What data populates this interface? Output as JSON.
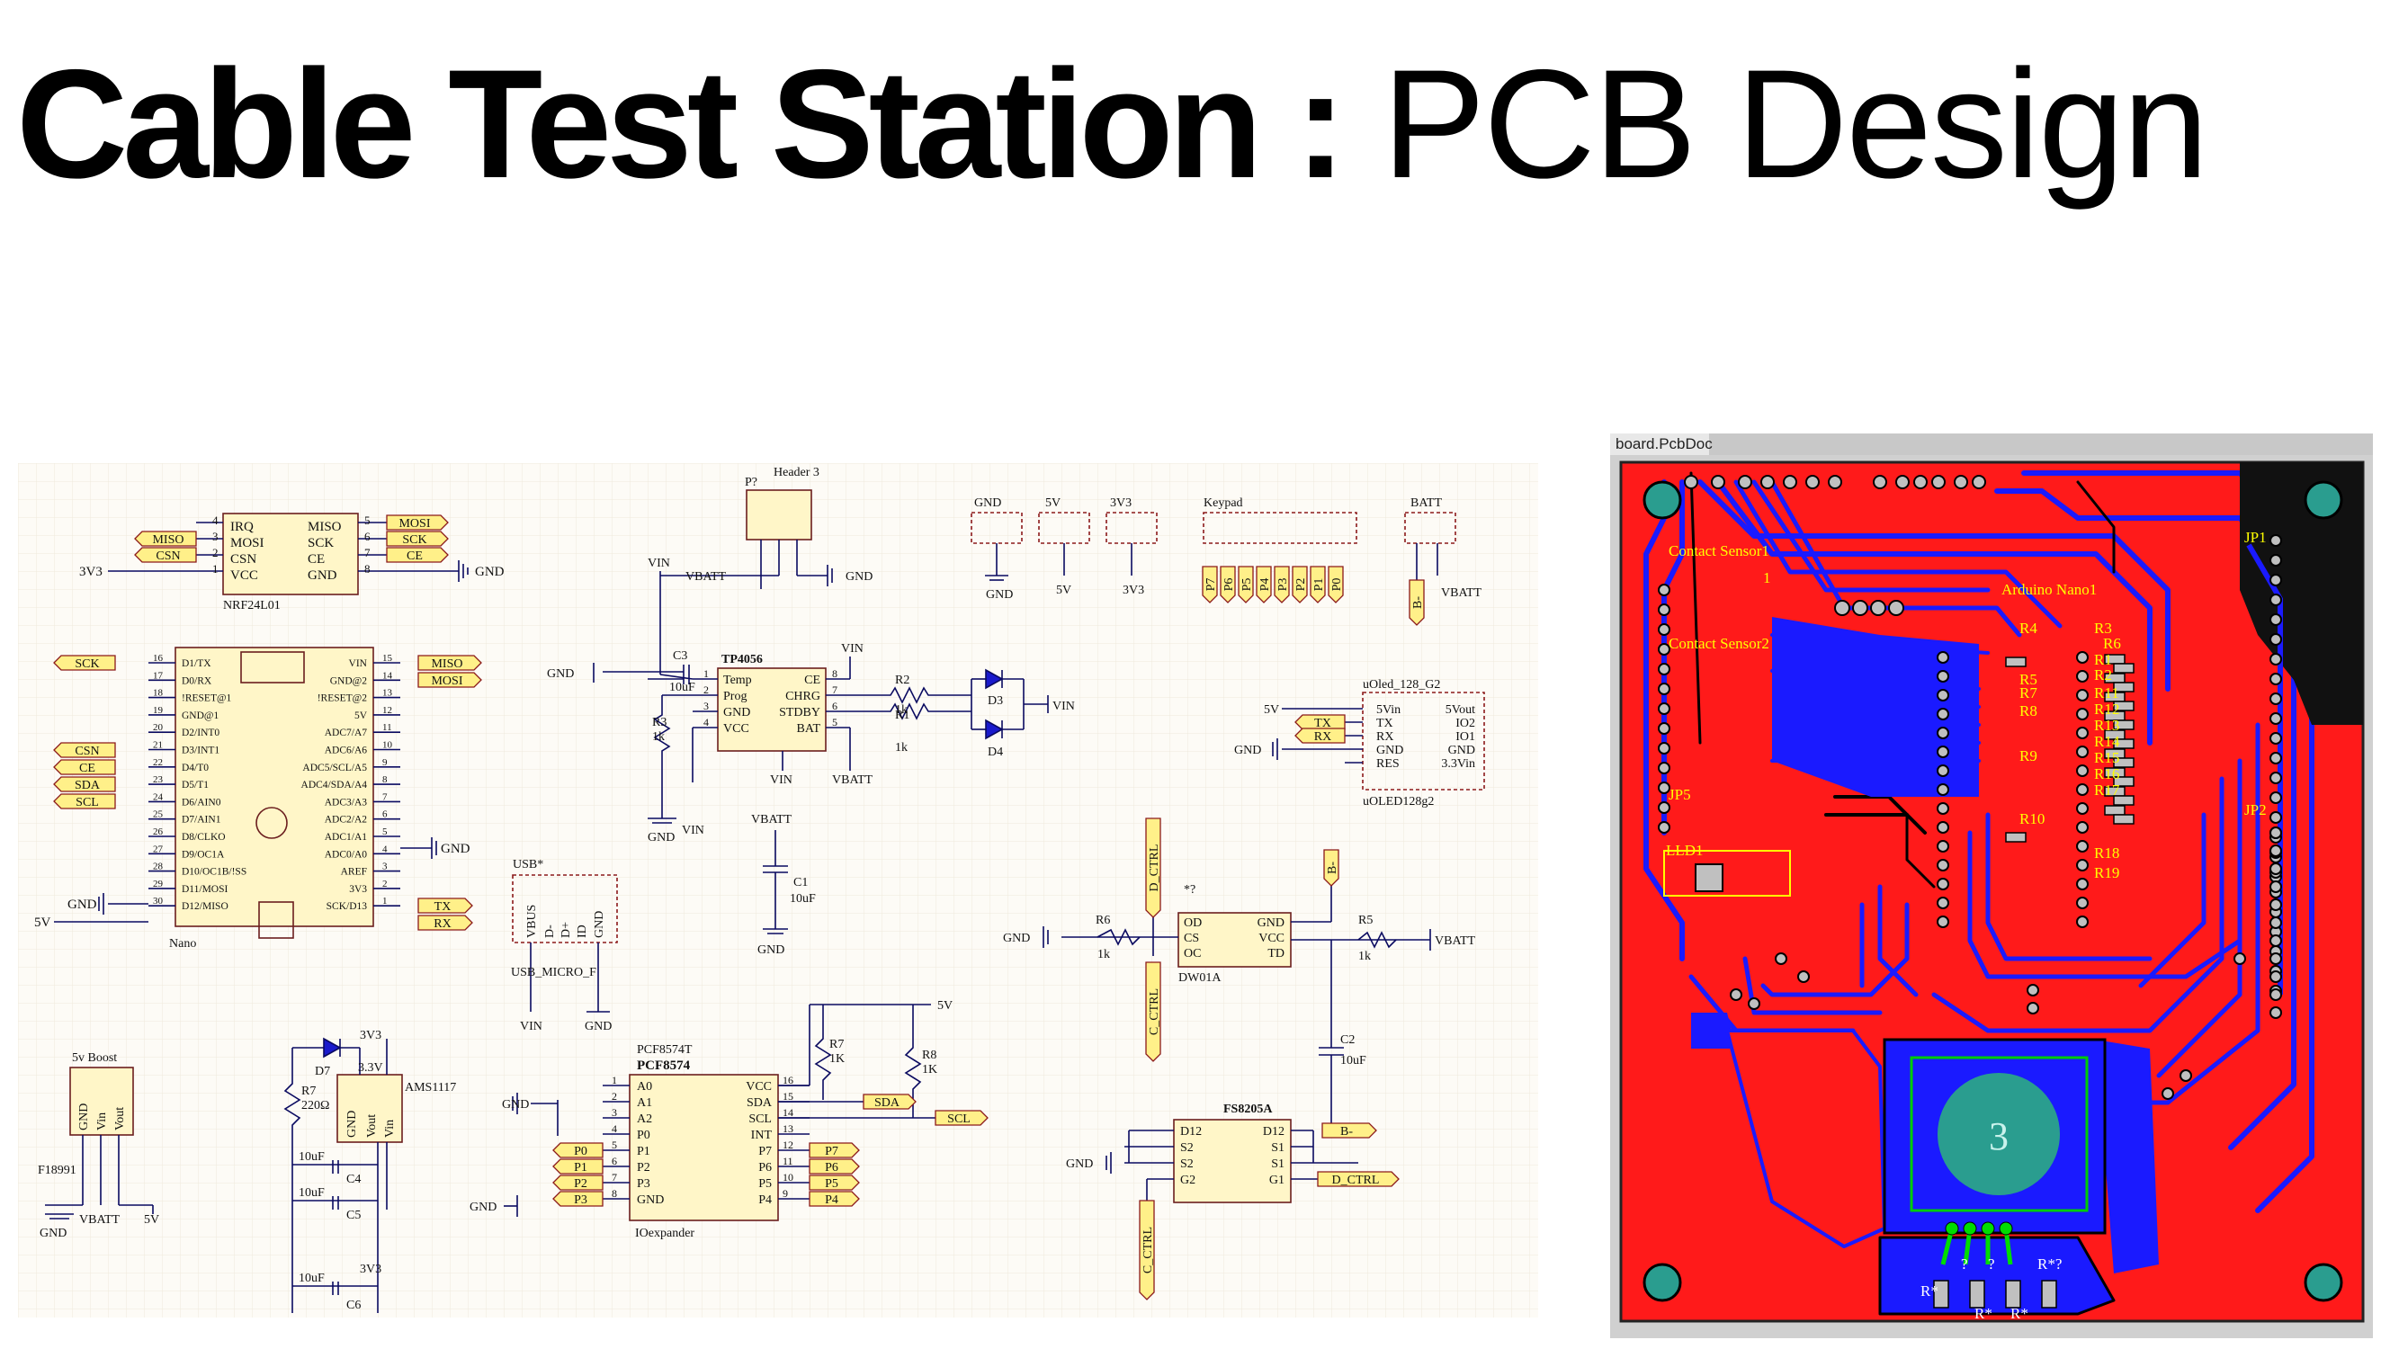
{
  "title": {
    "main": "Cable Test Station :",
    "sub": "PCB Design"
  },
  "pcb_tab": "board.PcbDoc",
  "schematic": {
    "nrf": {
      "ref": "NRF24L01",
      "pins_left": [
        "IRQ",
        "MOSI",
        "CSN",
        "VCC"
      ],
      "pins_right": [
        "MISO",
        "SCK",
        "CE",
        "GND"
      ],
      "num_left": [
        "4",
        "3",
        "2",
        "1"
      ],
      "num_right": [
        "5",
        "6",
        "7",
        "8"
      ],
      "net_left": [
        "MISO",
        "CSN"
      ],
      "net_right": [
        "MOSI",
        "SCK",
        "CE"
      ],
      "supply": "3V3",
      "gnd": "GND"
    },
    "nano": {
      "ref": "Nano",
      "pins_left": [
        "D1/TX",
        "D0/RX",
        "!RESET@1",
        "GND@1",
        "D2/INT0",
        "D3/INT1",
        "D4/T0",
        "D5/T1",
        "D6/AIN0",
        "D7/AIN1",
        "D8/CLKO",
        "D9/OC1A",
        "D10/OC1B/!SS",
        "D11/MOSI",
        "D12/MISO"
      ],
      "num_left": [
        "16",
        "17",
        "18",
        "19",
        "20",
        "21",
        "22",
        "23",
        "24",
        "25",
        "26",
        "27",
        "28",
        "29",
        "30"
      ],
      "pins_right": [
        "VIN",
        "GND@2",
        "!RESET@2",
        "5V",
        "ADC7/A7",
        "ADC6/A6",
        "ADC5/SCL/A5",
        "ADC4/SDA/A4",
        "ADC3/A3",
        "ADC2/A2",
        "ADC1/A1",
        "ADC0/A0",
        "AREF",
        "3V3",
        "SCK/D13"
      ],
      "num_right": [
        "15",
        "14",
        "13",
        "12",
        "11",
        "10",
        "9",
        "8",
        "7",
        "6",
        "5",
        "4",
        "3",
        "2",
        "1"
      ],
      "net_left": [
        "SCK",
        "CSN",
        "CE",
        "SDA",
        "SCL"
      ],
      "net_right": [
        "MISO",
        "MOSI",
        "TX",
        "RX"
      ],
      "gnd": "GND",
      "v5": "5V"
    },
    "header3": {
      "ref": "P?",
      "name": "Header 3",
      "vin": "VIN",
      "vbatt": "VBATT",
      "gnd": "GND"
    },
    "tp4056": {
      "ref": "TP4056",
      "pins_left": [
        "Temp",
        "Prog",
        "GND",
        "VCC"
      ],
      "pins_right": [
        "CE",
        "CHRG",
        "STDBY",
        "BAT"
      ],
      "num_left": [
        "1",
        "2",
        "3",
        "4"
      ],
      "num_right": [
        "8",
        "7",
        "6",
        "5"
      ],
      "c3": "C3",
      "c3v": "10uF",
      "r3": "R3",
      "r3v": "1k",
      "r1": "R1",
      "r1v": "1k",
      "r2": "R2",
      "r2v": "1k",
      "d3": "D3",
      "d4": "D4",
      "vin": "VIN",
      "vbatt": "VBATT",
      "gnd": "GND"
    },
    "connectors": {
      "gnd": "GND",
      "v5": "5V",
      "v3": "3V3",
      "keypad": "Keypad",
      "batt": "BATT",
      "keys": [
        "P7",
        "P6",
        "P5",
        "P4",
        "P3",
        "P2",
        "P1",
        "P0"
      ],
      "bminus": "B-",
      "vbatt": "VBATT"
    },
    "oled": {
      "ref": "uOled_128_G2",
      "name": "uOLED128g2",
      "pins_left": [
        "5Vin",
        "TX",
        "RX",
        "GND",
        "RES"
      ],
      "pins_right": [
        "5Vout",
        "IO2",
        "IO1",
        "GND",
        "3.3Vin"
      ],
      "tx": "TX",
      "rx": "RX",
      "v5": "5V",
      "gnd": "GND"
    },
    "c1": {
      "ref": "C1",
      "val": "10uF",
      "vbatt": "VBATT",
      "gnd": "GND"
    },
    "usb": {
      "ref": "USB*",
      "name": "USB_MICRO_F",
      "pins": [
        "VBUS",
        "D-",
        "D+",
        "ID",
        "GND"
      ],
      "vin": "VIN",
      "gnd": "GND"
    },
    "dw01": {
      "ref": "*?",
      "name": "DW01A",
      "pins_left": [
        "OD",
        "CS",
        "OC"
      ],
      "pins_right": [
        "GND",
        "VCC",
        "TD"
      ],
      "r6": "R6",
      "r6v": "1k",
      "r5": "R5",
      "r5v": "1k",
      "c2": "C2",
      "c2v": "10uF",
      "dctrl": "D_CTRL",
      "cctrl": "C_CTRL",
      "bminus": "B-",
      "vbatt": "VBATT",
      "gnd": "GND"
    },
    "fs8205": {
      "ref": "FS8205A",
      "pins_left": [
        "D12",
        "S2",
        "S2",
        "G2"
      ],
      "pins_right": [
        "D12",
        "S1",
        "S1",
        "G1"
      ],
      "bminus": "B-",
      "dctrl": "D_CTRL",
      "cctrl": "C_CTRL",
      "gnd": "GND"
    },
    "pcf": {
      "ref": "PCF8574T",
      "name": "PCF8574",
      "desc": "IOexpander",
      "pins_left": [
        "A0",
        "A1",
        "A2",
        "P0",
        "P1",
        "P2",
        "P3",
        "GND"
      ],
      "pins_right": [
        "VCC",
        "SDA",
        "SCL",
        "INT",
        "P7",
        "P6",
        "P5",
        "P4"
      ],
      "num_left": [
        "1",
        "2",
        "3",
        "4",
        "5",
        "6",
        "7",
        "8"
      ],
      "num_right": [
        "16",
        "15",
        "14",
        "13",
        "12",
        "11",
        "10",
        "9"
      ],
      "net_left": [
        "P0",
        "P1",
        "P2",
        "P3"
      ],
      "net_right": [
        "P7",
        "P6",
        "P5",
        "P4"
      ],
      "sda": "SDA",
      "scl": "SCL",
      "r7": "R7",
      "r7v": "1K",
      "r8": "R8",
      "r8v": "1K",
      "v5": "5V",
      "gnd": "GND"
    },
    "boost": {
      "name": "5v Boost",
      "ref": "F18991",
      "pins": [
        "GND",
        "Vin",
        "Vout"
      ],
      "gnd": "GND",
      "vbatt": "VBATT",
      "v5": "5V"
    },
    "reg": {
      "ref": "AMS1117",
      "val": "3.3V",
      "pins": [
        "GND",
        "Vout",
        "Vin"
      ],
      "d7": "D7",
      "r7": "R7",
      "r7v": "220Ω",
      "c4": "C4",
      "c5": "C5",
      "c6": "C6",
      "cv": "10uF",
      "v3": "3V3"
    }
  },
  "pcb": {
    "labels": [
      "Contact Sensor1",
      "1",
      "Contact Sensor2",
      "Arduino Nano1",
      "JP1",
      "JP2",
      "JP5",
      "LLD1",
      "R4",
      "R3",
      "R5",
      "R6",
      "R7",
      "R8",
      "R9",
      "R10",
      "R1",
      "R2",
      "R11",
      "R12",
      "R13",
      "R14",
      "R15",
      "R16",
      "R17",
      "R18",
      "R19"
    ],
    "bottom_labels": [
      "?",
      "?",
      "R*",
      "R*",
      "R*",
      "R*?"
    ],
    "knob": "3",
    "colors": {
      "board": "#ff1a1a",
      "trace_blue": "#1a1aff",
      "silk": "#ffff00",
      "pad": "#c0c0c0",
      "knob": "#2a9d8f"
    }
  }
}
